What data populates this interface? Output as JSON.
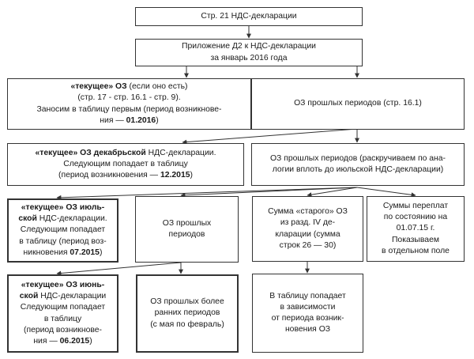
{
  "boxes": {
    "b1": [
      "Стр. 21 НДС-декларации"
    ],
    "b2": [
      "Приложение Д2 к НДС-декларации",
      "за январь 2016 года"
    ],
    "b3": [
      {
        "parts": [
          {
            "t": "«текущее» ОЗ",
            "b": true
          },
          {
            "t": " (если оно есть)"
          }
        ]
      },
      {
        "parts": [
          {
            "t": "(стр. 17 - стр. 16.1 - стр. 9)."
          }
        ]
      },
      {
        "parts": [
          {
            "t": "Заносим в таблицу первым (период возникнове-"
          }
        ]
      },
      {
        "parts": [
          {
            "t": "ния — "
          },
          {
            "t": "01.2016",
            "b": true
          },
          {
            "t": ")"
          }
        ]
      }
    ],
    "b4": [
      "ОЗ прошлых периодов (стр. 16.1)"
    ],
    "b5": [
      {
        "parts": [
          {
            "t": "«текущее» ОЗ декабрьской",
            "b": true
          },
          {
            "t": " НДС-декларации."
          }
        ]
      },
      {
        "parts": [
          {
            "t": "Следующим попадает в таблицу"
          }
        ]
      },
      {
        "parts": [
          {
            "t": "(период возникновения — "
          },
          {
            "t": "12.2015",
            "b": true
          },
          {
            "t": ")"
          }
        ]
      }
    ],
    "b6": [
      "ОЗ прошлых периодов (раскручиваем по ана-",
      "логии вплоть до июльской НДС-декларации)"
    ],
    "b7": [
      {
        "parts": [
          {
            "t": "«текущее» ОЗ июль-",
            "b": true
          }
        ]
      },
      {
        "parts": [
          {
            "t": "ской",
            "b": true
          },
          {
            "t": " НДС-декларации."
          }
        ]
      },
      {
        "parts": [
          {
            "t": "Следующим попадает"
          }
        ]
      },
      {
        "parts": [
          {
            "t": "в таблицу (период воз-"
          }
        ]
      },
      {
        "parts": [
          {
            "t": "никновения "
          },
          {
            "t": "07.2015",
            "b": true
          },
          {
            "t": ")"
          }
        ]
      }
    ],
    "b8": [
      "ОЗ прошлых",
      "периодов"
    ],
    "b9": [
      "Сумма «старого» ОЗ",
      "из разд. IV де-",
      "кларации (сумма",
      "строк 26 — 30)"
    ],
    "b10": [
      "Суммы переплат",
      "по состоянию на",
      "01.07.15 г.",
      "Показываем",
      "в отдельном поле"
    ],
    "b11": [
      {
        "parts": [
          {
            "t": "«текущее» ОЗ июнь-",
            "b": true
          }
        ]
      },
      {
        "parts": [
          {
            "t": "ской",
            "b": true
          },
          {
            "t": " НДС-декларации"
          }
        ]
      },
      {
        "parts": [
          {
            "t": "Следующим попадает"
          }
        ]
      },
      {
        "parts": [
          {
            "t": "в таблицу"
          }
        ]
      },
      {
        "parts": [
          {
            "t": "(период возникнове-"
          }
        ]
      },
      {
        "parts": [
          {
            "t": "ния —  "
          },
          {
            "t": "06.2015",
            "b": true
          },
          {
            "t": ")"
          }
        ]
      }
    ],
    "b12": [
      "ОЗ прошлых более",
      "ранних периодов",
      "(с мая по февраль)"
    ],
    "b13": [
      "В таблицу попадает",
      "в зависимости",
      "от периода возник-",
      "новения ОЗ"
    ]
  },
  "colors": {
    "line": "#333333",
    "text": "#1a1a1a",
    "background": "#ffffff"
  }
}
